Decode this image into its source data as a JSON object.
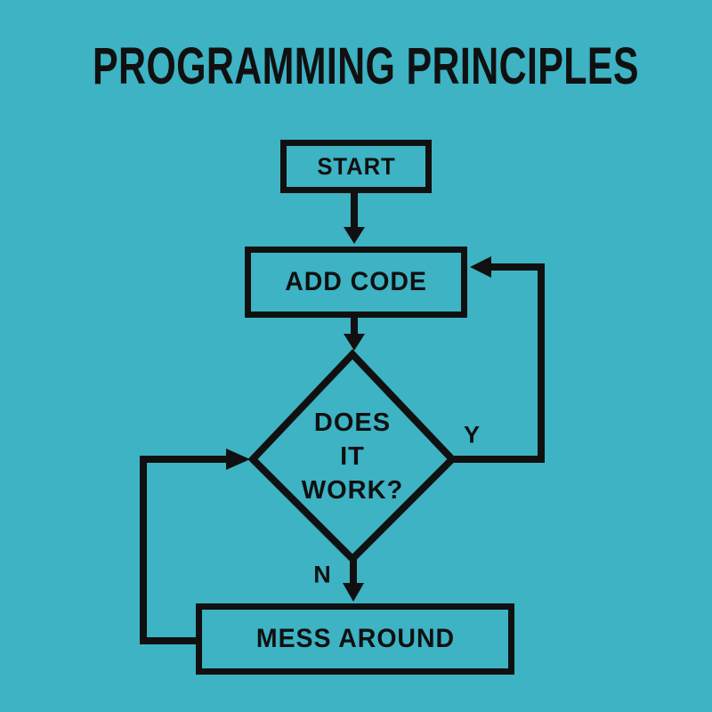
{
  "title": "PROGRAMMING PRINCIPLES",
  "colors": {
    "background": "#3DB3C4",
    "line": "#101010",
    "text": "#101010"
  },
  "flowchart": {
    "nodes": [
      {
        "id": "start",
        "type": "process",
        "label": "START"
      },
      {
        "id": "add-code",
        "type": "process",
        "label": "ADD CODE"
      },
      {
        "id": "does-it-work",
        "type": "decision",
        "label": "DOES IT WORK?",
        "label_lines": [
          "DOES",
          "IT",
          "WORK?"
        ]
      },
      {
        "id": "mess-around",
        "type": "process",
        "label": "MESS AROUND"
      }
    ],
    "edges": [
      {
        "from": "start",
        "to": "add-code"
      },
      {
        "from": "add-code",
        "to": "does-it-work"
      },
      {
        "from": "does-it-work",
        "to": "add-code",
        "label": "Y"
      },
      {
        "from": "does-it-work",
        "to": "mess-around",
        "label": "N"
      },
      {
        "from": "mess-around",
        "to": "does-it-work"
      }
    ]
  }
}
